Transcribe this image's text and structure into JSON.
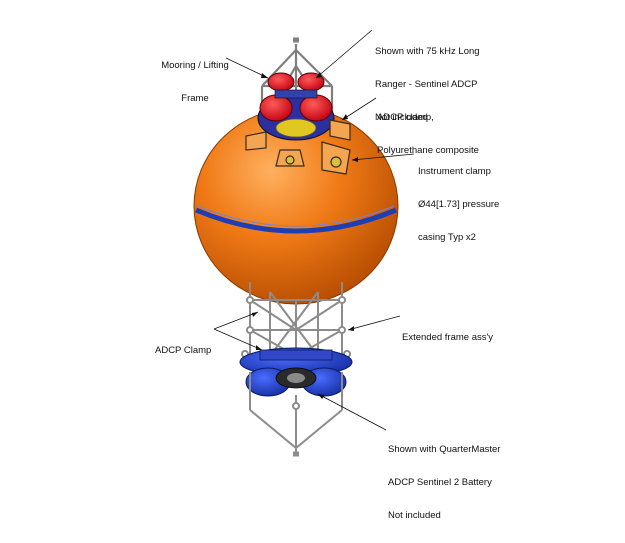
{
  "diagram": {
    "labels": {
      "mooring_frame": [
        "Mooring / Lifting",
        "Frame"
      ],
      "long_ranger": [
        "Shown with 75 kHz Long",
        "Ranger - Sentinel ADCP",
        "Not included"
      ],
      "adcp_clamp_composite": [
        "ADCP clamp,",
        "Polyurethane composite"
      ],
      "instrument_clamp": [
        "Instrument clamp",
        "Ø44[1.73] pressure",
        "casing Typ x2"
      ],
      "extended_frame": [
        "Extended frame ass'y"
      ],
      "adcp_clamp_lower": [
        "ADCP Clamp"
      ],
      "quartermaster": [
        "Shown with QuarterMaster",
        "ADCP Sentinel 2 Battery",
        "Not included"
      ]
    },
    "colors": {
      "buoy_orange": "#f07a16",
      "buoy_highlight": "#ffb060",
      "equator_band": "#1e3fb4",
      "transducer_red": "#e8141c",
      "battery_blue": "#1a3ccc",
      "frame_steel": "#8c8c8c"
    }
  }
}
